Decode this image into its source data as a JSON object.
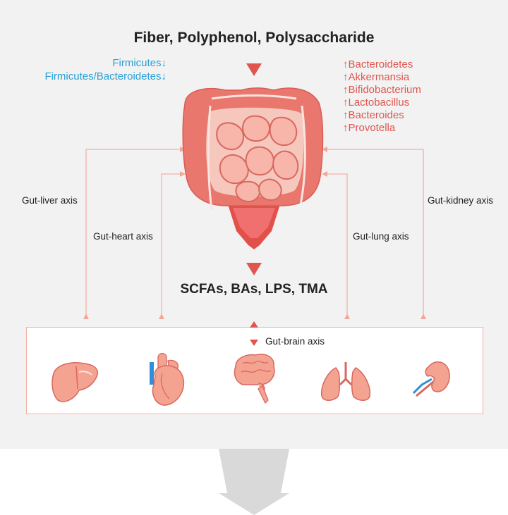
{
  "title": "Fiber, Polyphenol, Polysaccharide",
  "output_label": "SCFAs, BAs, LPS, TMA",
  "decreases": [
    "Firmicutes↓",
    "Firmicutes/Bacteroidetes↓"
  ],
  "increases": [
    "↑Bacteroidetes",
    "↑Akkermansia",
    "↑Bifidobacterium",
    "↑Lactobacillus",
    "↑Bacteroides",
    "↑Provotella"
  ],
  "axes": {
    "liver": "Gut-liver axis",
    "heart": "Gut-heart axis",
    "lung": "Gut-lung axis",
    "kidney": "Gut-kidney axis",
    "brain": "Gut-brain axis"
  },
  "icons": [
    "intestine-icon",
    "liver-icon",
    "heart-icon",
    "brain-icon",
    "lungs-icon",
    "kidney-icon"
  ],
  "colors": {
    "panel": "#f2f2f2",
    "accent_red": "#e0564f",
    "blue_text": "#2a9fd6",
    "arrow_line": "#f2b0a5",
    "organ_fill": "#f4a391",
    "down_arrow": "#d9d9d9"
  }
}
